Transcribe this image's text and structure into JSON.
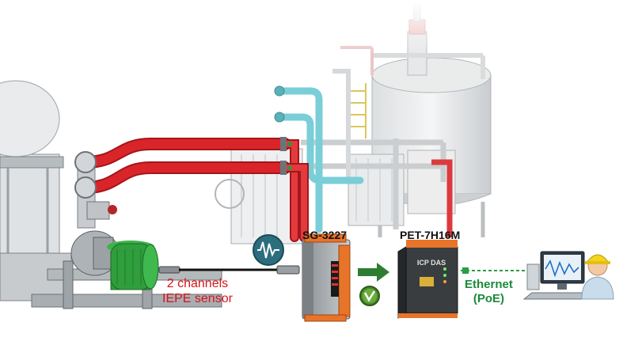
{
  "devices": {
    "sg_module": "SG-3227",
    "pet_module": "PET-7H16M"
  },
  "sensor": {
    "line1": "2 channels",
    "line2": "IEPE sensor"
  },
  "network": {
    "line1": "Ethernet",
    "line2": "(PoE)"
  },
  "icons": {
    "signal": "waveform-icon",
    "check": "check-badge-icon",
    "arrow": "right-arrow-icon",
    "operator": "operator-icon",
    "monitor": "monitor-icon"
  },
  "colors": {
    "pipe_red": "#d9252a",
    "pipe_cyan": "#6cc9d3",
    "machine_gray": "#9aa0a4",
    "motor_green": "#2f9e3c",
    "label_red": "#d7141a",
    "label_green": "#1b8a3a",
    "module_orange": "#e8742a"
  }
}
